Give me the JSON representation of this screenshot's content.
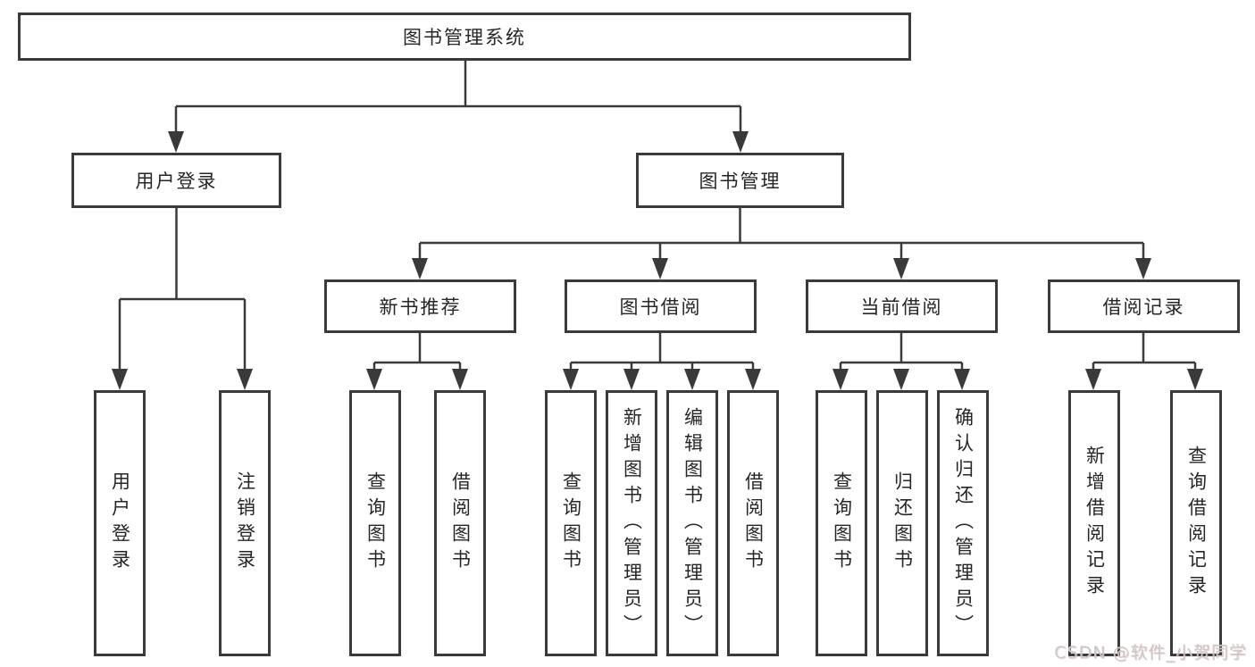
{
  "colors": {
    "line": "#3a3a3a",
    "text": "#262626",
    "bg": "#ffffff",
    "watermark": "#c9c9c9"
  },
  "watermark": {
    "text": "CSDN @软件_小贺同学"
  },
  "tree": {
    "label": "图书管理系统",
    "children": [
      {
        "label": "用户登录",
        "children": [
          {
            "label": "用户登录"
          },
          {
            "label": "注销登录"
          }
        ]
      },
      {
        "label": "图书管理",
        "children": [
          {
            "label": "新书推荐",
            "children": [
              {
                "label": "查询图书"
              },
              {
                "label": "借阅图书"
              }
            ]
          },
          {
            "label": "图书借阅",
            "children": [
              {
                "label": "查询图书"
              },
              {
                "label": "新增图书（管理员）"
              },
              {
                "label": "编辑图书（管理员）"
              },
              {
                "label": "借阅图书"
              }
            ]
          },
          {
            "label": "当前借阅",
            "children": [
              {
                "label": "查询图书"
              },
              {
                "label": "归还图书"
              },
              {
                "label": "确认归还（管理员）"
              }
            ]
          },
          {
            "label": "借阅记录",
            "children": [
              {
                "label": "新增借阅记录"
              },
              {
                "label": "查询借阅记录"
              }
            ]
          }
        ]
      }
    ]
  }
}
